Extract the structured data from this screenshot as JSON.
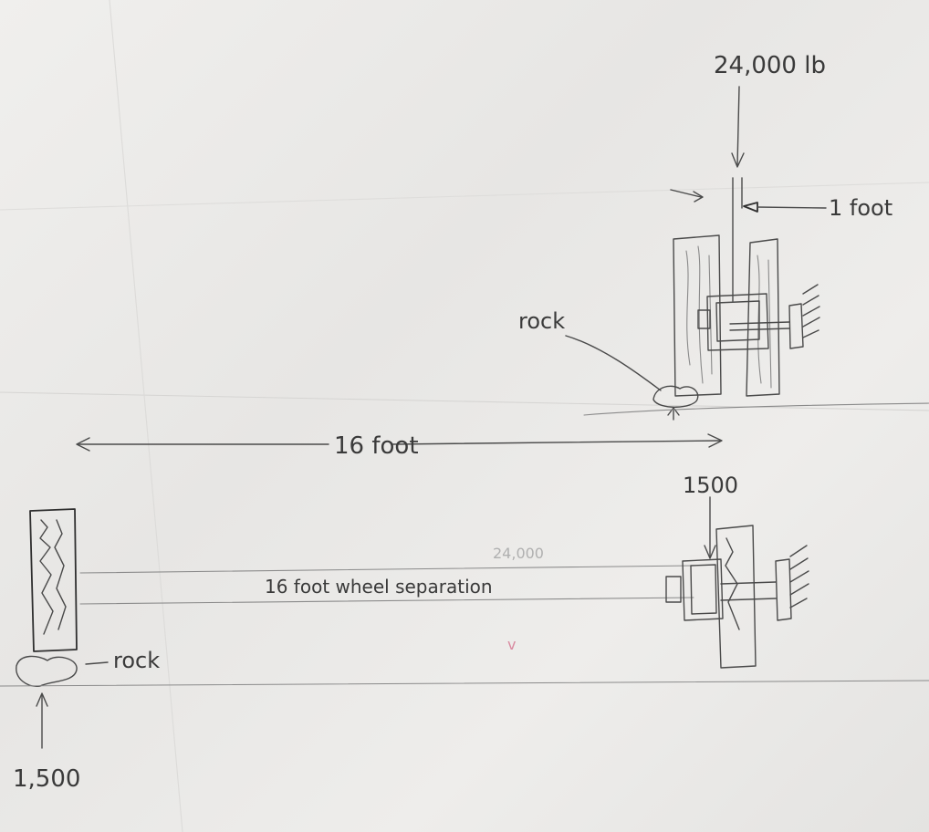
{
  "top_view": {
    "load_label": "24,000 lb",
    "width_label": "1 foot",
    "rock_label": "rock"
  },
  "span": {
    "dimension_label": "16 foot"
  },
  "bottom_view": {
    "wheel_separation_label": "16 foot wheel separation",
    "right_force_label": "1500",
    "rock_label": "rock",
    "left_force_label": "1,500"
  },
  "ink_color": "#4a4a4a",
  "paper_color": "#ecebe9"
}
